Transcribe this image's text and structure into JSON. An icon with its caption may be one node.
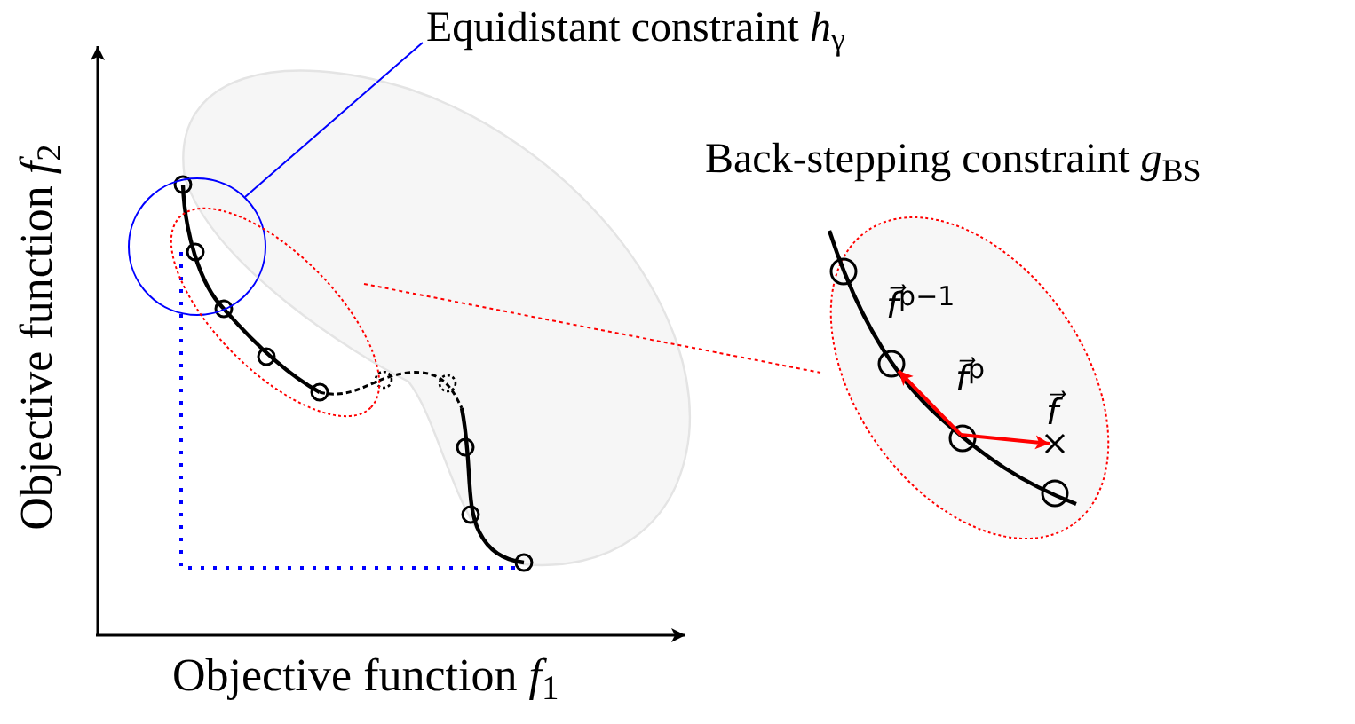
{
  "diagram": {
    "nodes": [
      {
        "text": [
          "Equidistant constraint *h*$_{γ}$"
        ]
      },
      {
        "text": [],
        "shape": "circle"
      },
      {
        "text": [],
        "shape": "ellipse"
      },
      {
        "text": [
          "Back-stepping constraint *g*$_{BS}$"
        ]
      }
    ],
    "edges": [
      {
        "from": 1,
        "to": 0,
        "arrow": "none",
        "color": "#0000ff"
      },
      {
        "from": 2,
        "to": 3,
        "arrow": "none",
        "style": "dashed",
        "color": "#ff0000"
      }
    ],
    "labels": [
      "Objective function *f*$_{2}$",
      "Objective function *f*$_{1}$",
      "*f⃗*$^{p−1}$",
      "*f⃗*$^{p}$",
      "*f⃗*"
    ]
  }
}
